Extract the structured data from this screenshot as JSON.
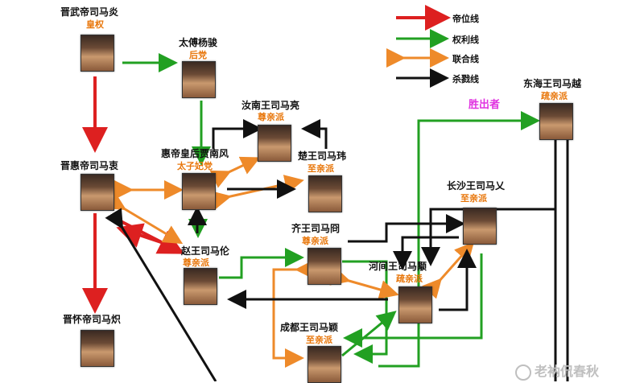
{
  "legend": [
    {
      "label": "帝位线",
      "color": "#dd2020"
    },
    {
      "label": "权利线",
      "color": "#22a022"
    },
    {
      "label": "联合线",
      "color": "#ee8a2a"
    },
    {
      "label": "杀戮线",
      "color": "#111111"
    }
  ],
  "nodes": {
    "wudi": {
      "name": "晋武帝司马炎",
      "faction": "皇权"
    },
    "yangjun": {
      "name": "太傅杨骏",
      "faction": "后党"
    },
    "liang": {
      "name": "汝南王司马亮",
      "faction": "尊亲派"
    },
    "jiananfeng": {
      "name": "惠帝皇后贾南风",
      "faction": "太子妃党"
    },
    "wei": {
      "name": "楚王司马玮",
      "faction": "至亲派"
    },
    "huidi": {
      "name": "晋惠帝司马衷",
      "faction": ""
    },
    "lun": {
      "name": "赵王司马伦",
      "faction": "尊亲派"
    },
    "jiong": {
      "name": "齐王司马冏",
      "faction": "尊亲派"
    },
    "yong": {
      "name": "河间王司马颙",
      "faction": "疏亲派"
    },
    "ying": {
      "name": "成都王司马颖",
      "faction": "至亲派"
    },
    "ai": {
      "name": "长沙王司马乂",
      "faction": "至亲派"
    },
    "yue": {
      "name": "东海王司马越",
      "faction": "疏亲派"
    },
    "huaidi": {
      "name": "晋怀帝司马炽",
      "faction": ""
    }
  },
  "winner_label": "胜出者",
  "watermark": "老衲侃春秋",
  "watermark_icon": "wechat-icon"
}
